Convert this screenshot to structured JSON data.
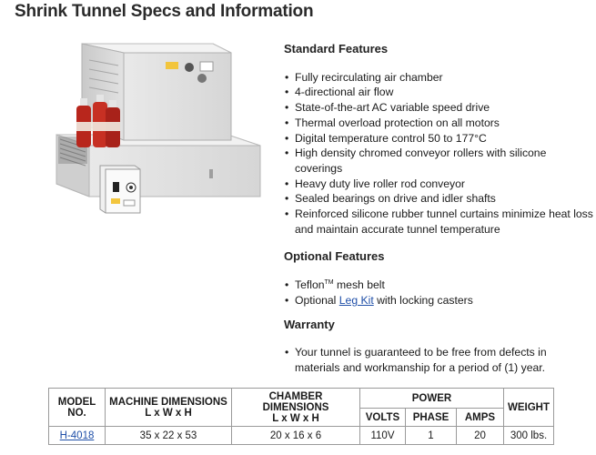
{
  "page_title": "Shrink Tunnel Specs and Information",
  "standard_features": {
    "heading": "Standard Features",
    "items": [
      "Fully recirculating air chamber",
      "4-directional air flow",
      "State-of-the-art AC variable speed drive",
      "Thermal overload protection on all motors",
      "Digital temperature control 50 to 177°C",
      "High density chromed conveyor rollers with silicone coverings",
      "Heavy duty live roller rod conveyor",
      "Sealed bearings on drive and idler shafts",
      "Reinforced silicone rubber tunnel curtains minimize heat loss and maintain accurate tunnel temperature"
    ]
  },
  "optional_features": {
    "heading": "Optional Features",
    "teflon_text": "Teflon",
    "teflon_tm": "TM",
    "teflon_suffix": " mesh belt",
    "leg_prefix": "Optional ",
    "leg_link": "Leg Kit",
    "leg_suffix": " with locking casters"
  },
  "warranty": {
    "heading": "Warranty",
    "text": "Your tunnel is guaranteed to be free from defects in materials and workmanship for a period of (1) year."
  },
  "spec_table": {
    "headers": {
      "model": "MODEL NO.",
      "machine_dimensions": "MACHINE DIMENSIONS",
      "machine_dimensions_sub": "L x W x H",
      "chamber_dimensions": "CHAMBER DIMENSIONS",
      "chamber_dimensions_sub": "L x W x H",
      "power": "POWER",
      "volts": "VOLTS",
      "phase": "PHASE",
      "amps": "AMPS",
      "weight": "WEIGHT"
    },
    "row": {
      "model": "H-4018",
      "machine_dimensions": "35 x 22 x 53",
      "chamber_dimensions": "20 x 16 x 6",
      "volts": "110V",
      "phase": "1",
      "amps": "20",
      "weight": "300 lbs."
    }
  },
  "colors": {
    "link": "#1f4fa8",
    "machine_body": "#e4e4e4",
    "product_bottles": "#b8261c"
  },
  "icons": [
    "shrink-tunnel-photo",
    "uline-logo"
  ]
}
